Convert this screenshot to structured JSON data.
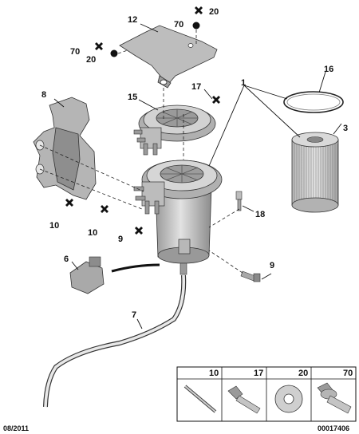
{
  "callouts": {
    "c1": "1",
    "c3": "3",
    "c6": "6",
    "c7": "7",
    "c8": "8",
    "c9a": "9",
    "c9b": "9",
    "c10a": "10",
    "c10b": "10",
    "c12": "12",
    "c15": "15",
    "c16": "16",
    "c17": "17",
    "c18": "18",
    "c20a": "20",
    "c20b": "20",
    "c70a": "70",
    "c70b": "70"
  },
  "legend": {
    "cells": [
      "10",
      "17",
      "20",
      "70"
    ]
  },
  "footer": {
    "date": "08/2011",
    "ref": "00017406"
  },
  "colors": {
    "part_fill": "#c8c8c8",
    "part_dark": "#8a8a8a",
    "line": "#111111"
  }
}
